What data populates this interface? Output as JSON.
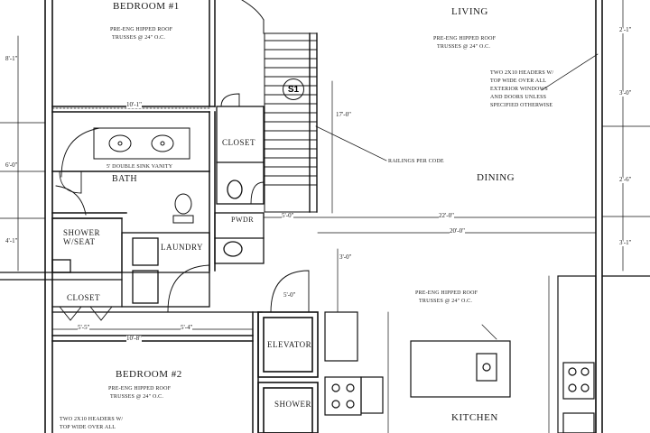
{
  "rooms": {
    "bedroom1": "BEDROOM #1",
    "living": "LIVING",
    "closet_upper": "CLOSET",
    "bath": "BATH",
    "dining": "DINING",
    "powder": "PWDR",
    "shower_seat": "SHOWER W/SEAT",
    "laundry": "LAUNDRY",
    "closet_lower": "CLOSET",
    "elevator": "ELEVATOR",
    "bedroom2": "BEDROOM #2",
    "shower": "SHOWER",
    "kitchen": "KITCHEN"
  },
  "notes": {
    "bed1_truss": "PRE-ENG HIPPED ROOF",
    "bed1_truss2": "TRUSSES @ 24\" O.C.",
    "living_truss": "PRE-ENG HIPPED ROOF",
    "living_truss2": "TRUSSES @ 24\" O.C.",
    "headers_1": "TWO 2X10 HEADERS W/",
    "headers_2": "TOP WIDE OVER ALL",
    "headers_3": "EXTERIOR WINDOWS",
    "headers_4": "AND DOORS UNLESS",
    "headers_5": "SPECIFIED OTHERWISE",
    "railing": "RAILINGS PER CODE",
    "vanity": "5' DOUBLE SINK VANITY",
    "kitchen_truss": "PRE-ENG HIPPED ROOF",
    "kitchen_truss2": "TRUSSES @ 24\" O.C.",
    "bed2_truss": "PRE-ENG HIPPED ROOF",
    "bed2_truss2": "TRUSSES @ 24\" O.C.",
    "bed2_headers1": "TWO 2X10 HEADERS W/",
    "bed2_headers2": "TOP WIDE OVER ALL",
    "section_marker": "S1"
  },
  "dims": {
    "d_bath_top": "10'-1\"",
    "d_dining_w": "22'-0\"",
    "d_dining_w2": "20'-0\"",
    "d_left_a": "8'-1\"",
    "d_left_b": "6'-0\"",
    "d_left_c": "4'-1\"",
    "d_bottom_a": "5'-5\"",
    "d_bottom_b": "10'-8\"",
    "d_bottom_c": "5'-4\"",
    "d_stair": "17'-0\"",
    "d_mid_a": "5'-0\"",
    "d_mid_b": "3'-0\"",
    "d_elev": "5'-0\"",
    "d_right_a": "2'-1\"",
    "d_right_b": "3'-0\"",
    "d_right_c": "2'-6\"",
    "d_right_d": "3'-1\""
  }
}
